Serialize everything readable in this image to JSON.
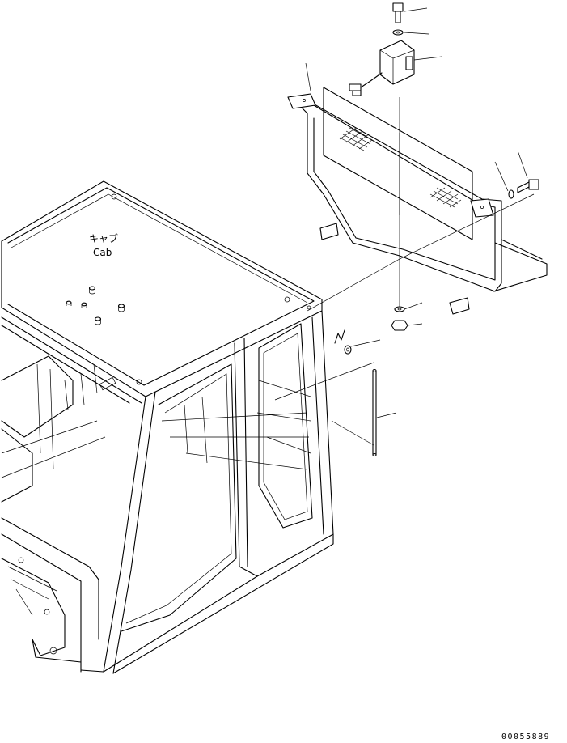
{
  "cab_label": {
    "jp": "キャブ",
    "en": "Cab"
  },
  "drawing_code": "00055889",
  "colors": {
    "ink": "#000000",
    "paper": "#ffffff"
  }
}
